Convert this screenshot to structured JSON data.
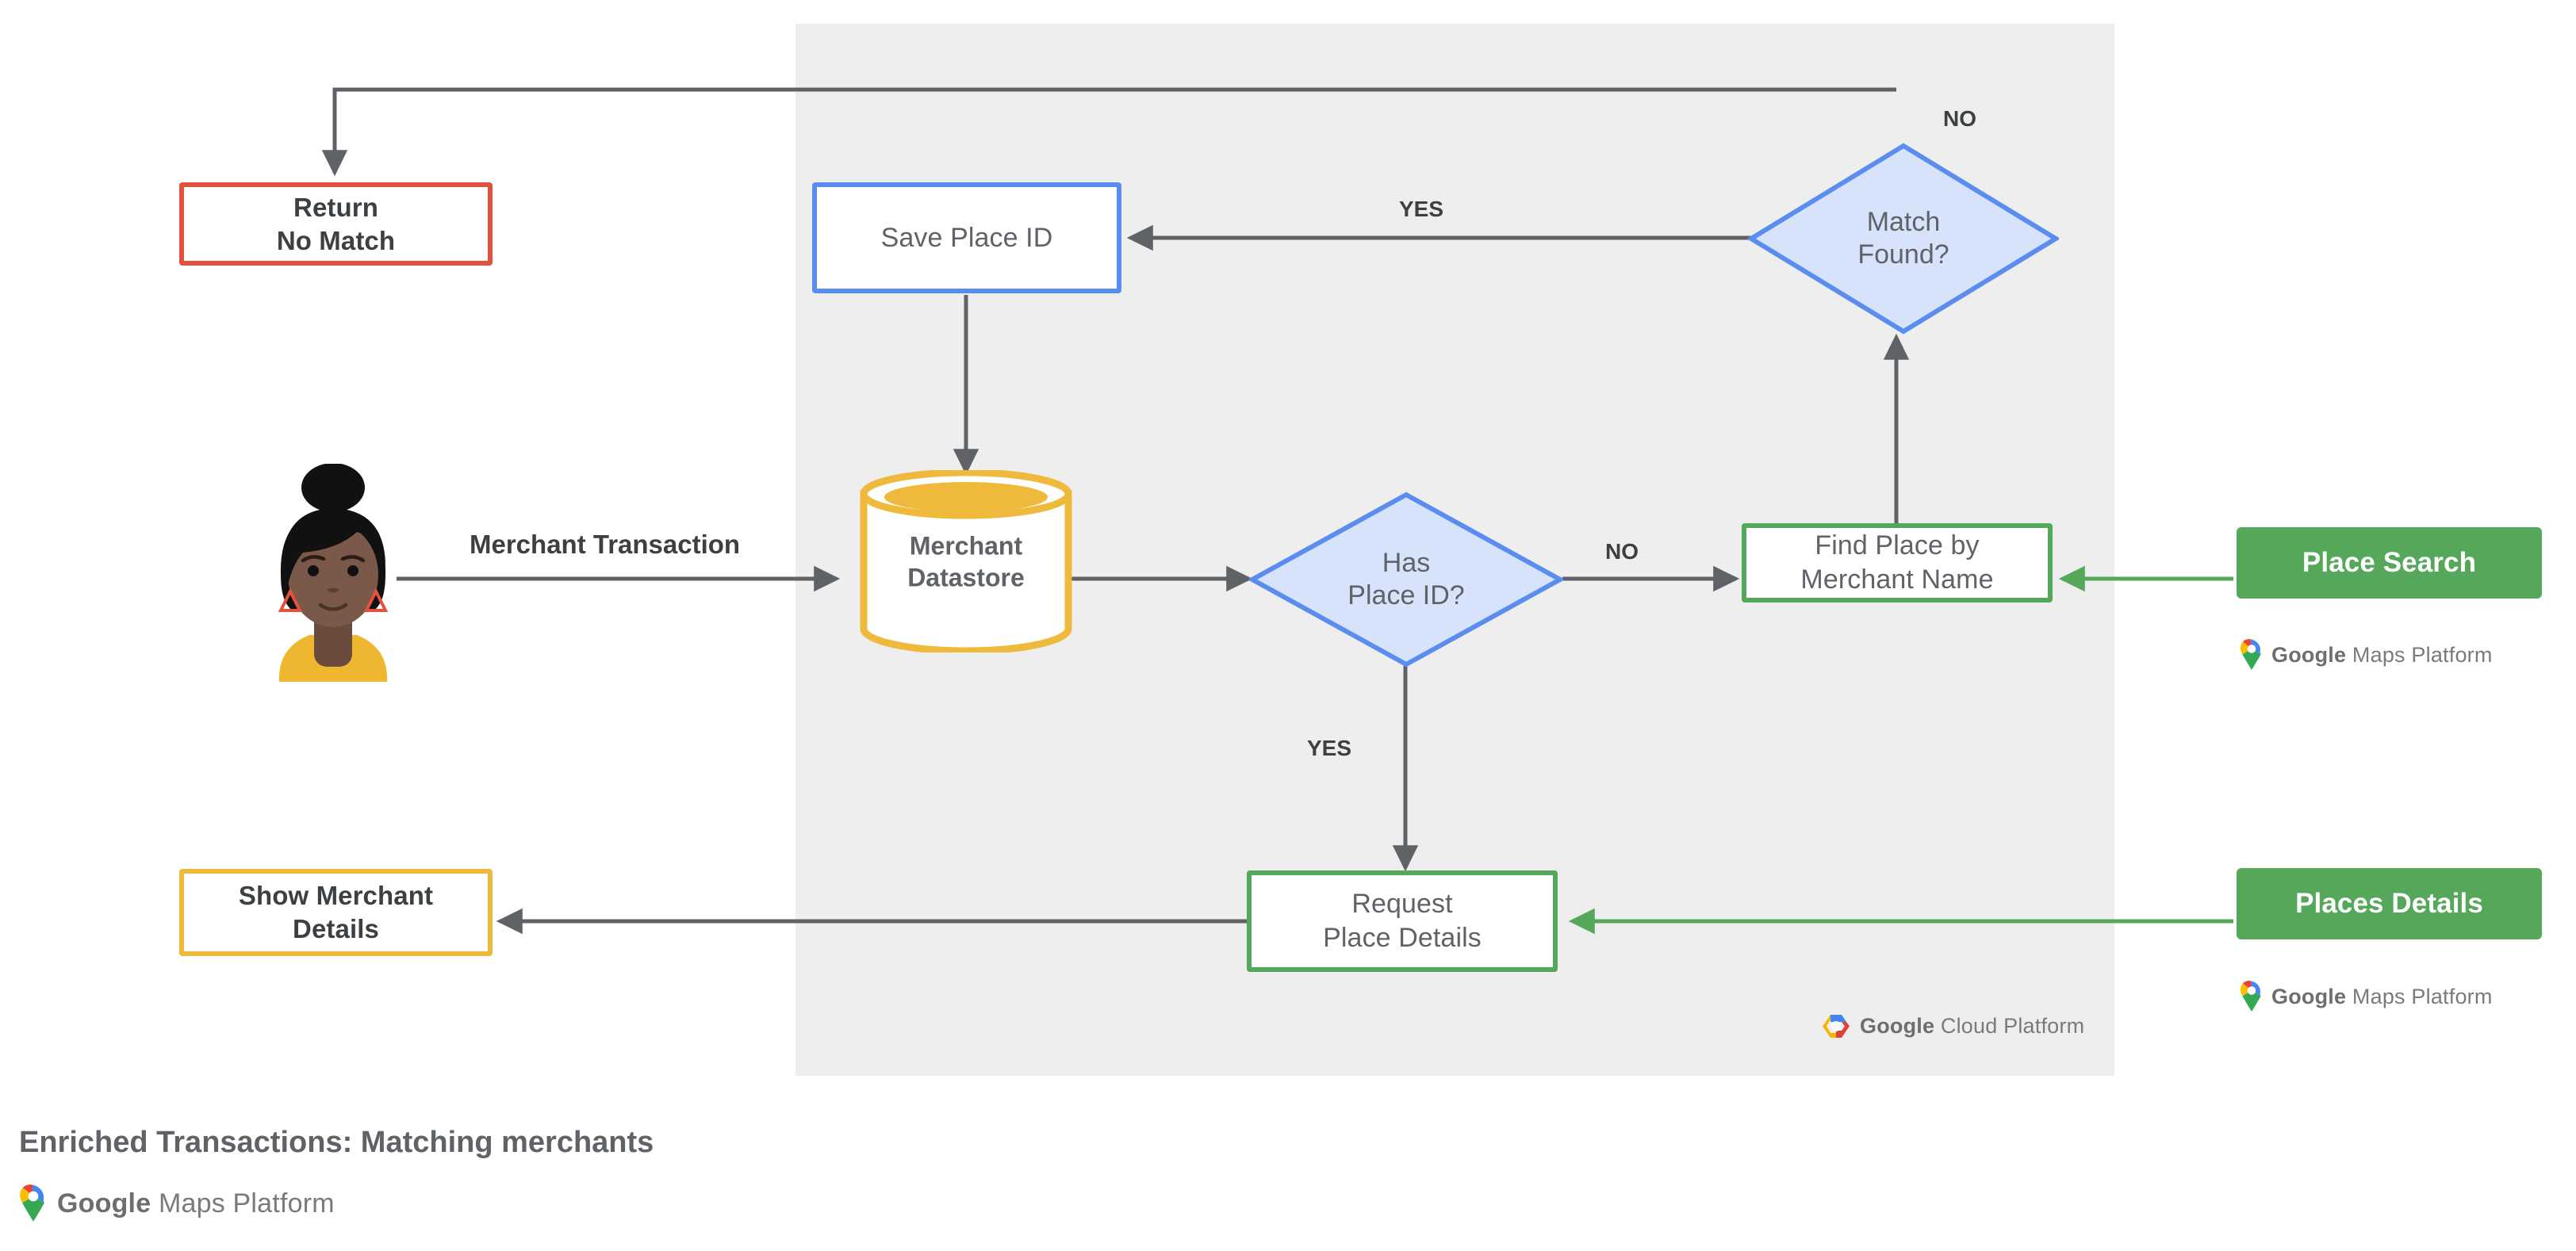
{
  "diagram": {
    "caption": "Enriched Transactions: Matching merchants",
    "panel_label": "google-cloud-platform-region"
  },
  "nodes": {
    "return_no_match": {
      "label": "Return\nNo Match",
      "border_color": "#E1513E",
      "shape": "process"
    },
    "save_place_id": {
      "label": "Save Place ID",
      "border_color": "#5B8DEF",
      "shape": "process"
    },
    "match_found": {
      "label": "Match\nFound?",
      "border_color": "#5B8DEF",
      "fill": "#D7E3FB",
      "shape": "decision"
    },
    "merchant_datastore": {
      "label": "Merchant\nDatastore",
      "border_color": "#EFBA3C",
      "shape": "datastore"
    },
    "has_place_id": {
      "label": "Has\nPlace ID?",
      "border_color": "#5B8DEF",
      "fill": "#D7E3FB",
      "shape": "decision"
    },
    "find_place_by_merchant_name": {
      "label": "Find Place by\nMerchant Name",
      "border_color": "#55A85A",
      "shape": "process"
    },
    "place_search": {
      "label": "Place Search",
      "fill": "#55A85A",
      "text_color": "#FFFFFF",
      "shape": "api"
    },
    "request_place_details": {
      "label": "Request\nPlace Details",
      "border_color": "#55A85A",
      "shape": "process"
    },
    "places_details": {
      "label": "Places Details",
      "fill": "#55A85A",
      "text_color": "#FFFFFF",
      "shape": "api"
    },
    "show_merchant_details": {
      "label": "Show Merchant\nDetails",
      "border_color": "#EFBA3C",
      "shape": "process"
    }
  },
  "edges": {
    "merchant_transaction": "Merchant Transaction",
    "has_place_id_no": "NO",
    "has_place_id_yes": "YES",
    "match_found_yes": "YES",
    "match_found_no": "NO"
  },
  "logos": {
    "maps_platform": {
      "google": "Google",
      "product": "Maps Platform"
    },
    "cloud_platform": {
      "google": "Google",
      "product": "Cloud Platform"
    }
  },
  "colors": {
    "panel_bg": "#EEEEEE",
    "connector": "#5F6368",
    "red": "#E1513E",
    "blue": "#5B8DEF",
    "blue_fill": "#D7E3FB",
    "green": "#55A85A",
    "yellow": "#EFBA3C",
    "text_dark": "#3C4043",
    "text_gray": "#5F6368"
  }
}
